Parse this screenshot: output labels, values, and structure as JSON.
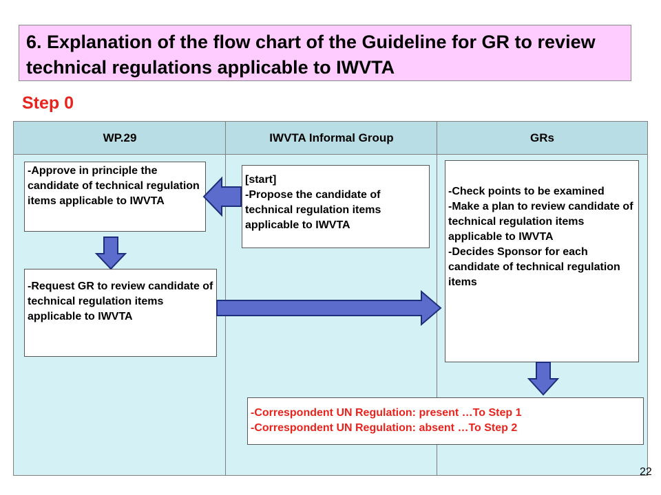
{
  "title": "6. Explanation of the flow chart of the Guideline for GR to review technical regulations applicable to IWVTA",
  "step_label": "Step 0",
  "lanes": [
    {
      "name": "WP.29"
    },
    {
      "name": "IWVTA Informal Group"
    },
    {
      "name": "GRs"
    }
  ],
  "boxes": {
    "approve": "-Approve in principle the candidate of technical regulation items applicable to IWVTA",
    "start": "[start]\n-Propose the candidate of technical regulation items applicable to IWVTA",
    "request": "-Request GR to review candidate of technical regulation items applicable to IWVTA",
    "check": "-Check points to be examined\n-Make a plan to review candidate of technical regulation items applicable to IWVTA\n-Decides Sponsor for each candidate of technical regulation items",
    "result": "-Correspondent UN Regulation: present …To Step 1\n-Correspondent UN Regulation: absent  …To Step 2"
  },
  "colors": {
    "title_bg": "#ffccff",
    "step_red": "#e8231d",
    "lane_bg": "#d4f2f6",
    "arrow_fill": "#5b6ccc",
    "arrow_stroke": "#1f2e7a"
  },
  "page_number": "22"
}
